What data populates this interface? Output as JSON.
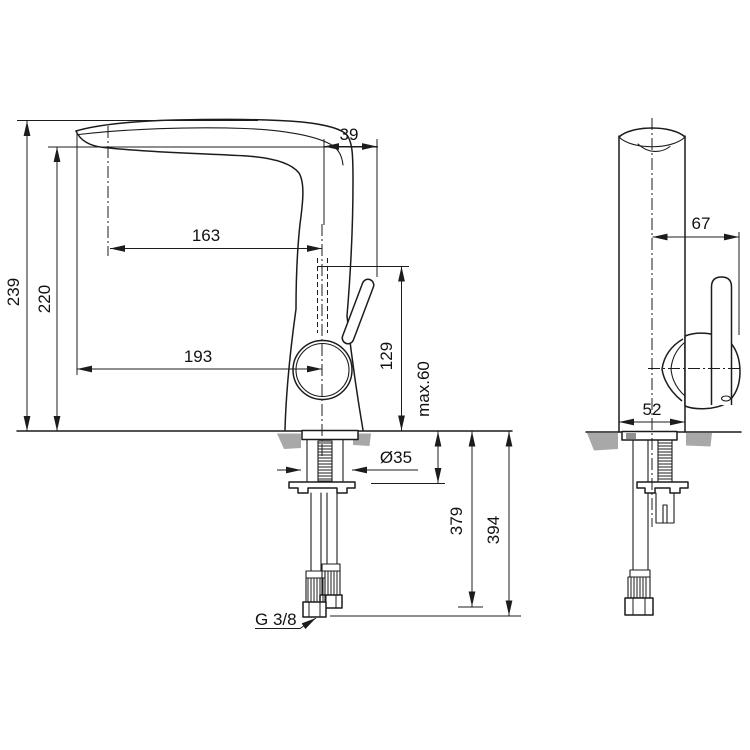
{
  "page": {
    "background": "#ffffff",
    "description": "Technical dimension drawing of a single-lever high spout mixer tap, front and side elevations"
  },
  "drawing": {
    "line_color": "#1c1c1c",
    "deck_fill_color": "#a8a8a8",
    "dimensions": {
      "spout_back_offset": "39",
      "spout_reach_to_outlet": "163",
      "total_height": "239",
      "spout_underside_height": "220",
      "total_projection": "193",
      "lever_height_above_deck": "129",
      "max_deck_thickness": "max.60",
      "hole_diameter": "Ø35",
      "depth_to_hose_end_short": "379",
      "depth_to_hose_end_long": "394",
      "hose_connection_thread": "G 3/8",
      "side_offset_handle": "67",
      "body_depth": "52"
    }
  }
}
